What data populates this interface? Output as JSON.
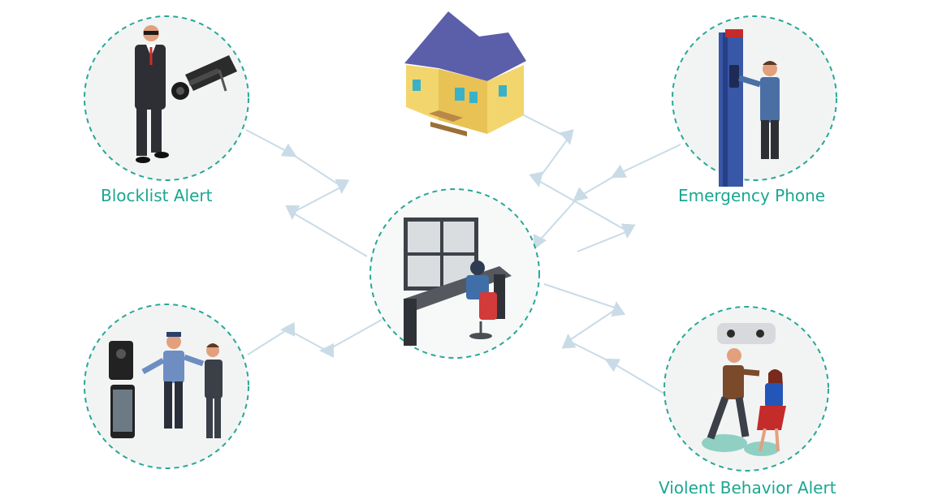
{
  "colors": {
    "accent": "#1aa692",
    "flow_line": "#c9dbe6",
    "circle_border": "#28a895",
    "circle_fill": "#f2f4f4"
  },
  "labels": {
    "blocklist": "Blocklist  Alert",
    "emergency": "Emergency Phone",
    "violent": "Violent Behavior Alert"
  },
  "icons": {
    "top_center": "house-icon",
    "top_left": "security-guard-with-camera-icon",
    "top_right": "emergency-phone-pillar-icon",
    "center": "monitoring-center-operator-icon",
    "bottom_left": "guard-with-body-camera-icon",
    "bottom_right": "violent-behavior-camera-icon"
  }
}
